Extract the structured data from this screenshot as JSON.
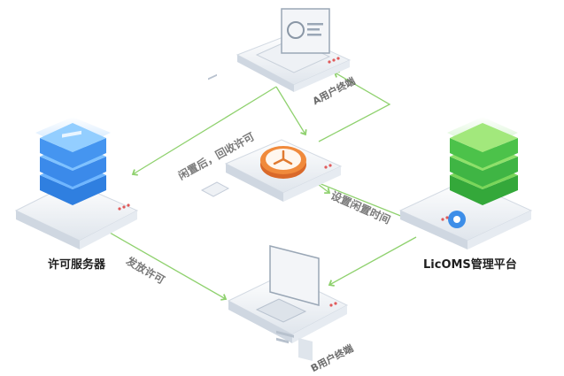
{
  "nodes": {
    "license_server": "许可服务器",
    "platform": "LicOMS管理平台",
    "terminal_a": "A用户终端",
    "terminal_b": "B用户终端"
  },
  "flows": {
    "issue_license": "发放许可",
    "idle_reclaim": "闲置后，回收许可",
    "set_idle_time": "设置闲置时间"
  },
  "colors": {
    "flow_line": "#8fd16e",
    "server_blue": "#3d8ee8",
    "platform_green": "#4cc24a",
    "clock_orange": "#f08a3c"
  }
}
